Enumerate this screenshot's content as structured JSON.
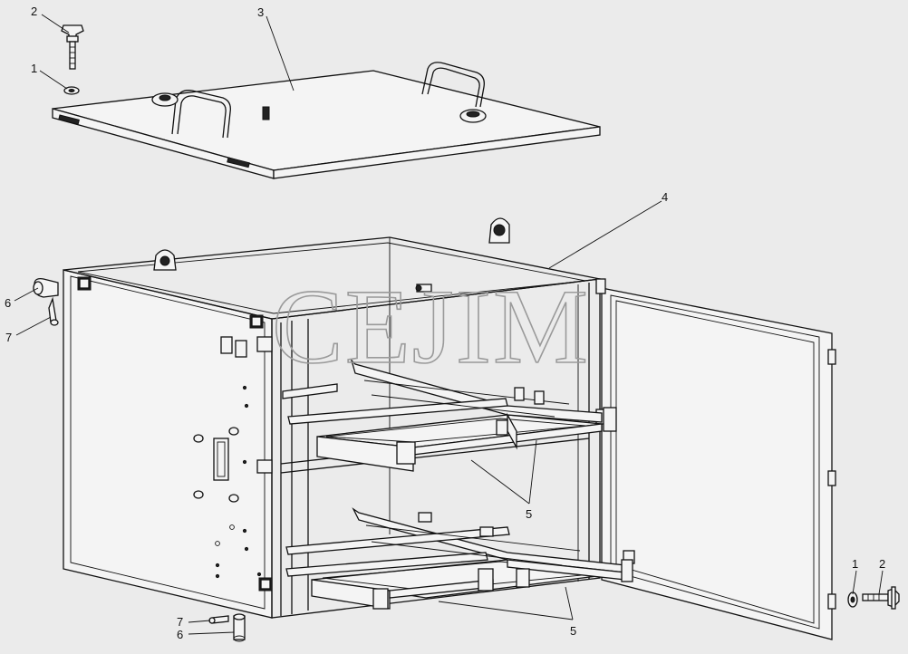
{
  "watermark": "CEJIM",
  "callouts": [
    {
      "id": "c2-top",
      "text": "2"
    },
    {
      "id": "c1-top",
      "text": "1"
    },
    {
      "id": "c3",
      "text": "3"
    },
    {
      "id": "c4",
      "text": "4"
    },
    {
      "id": "c6-left",
      "text": "6"
    },
    {
      "id": "c7-left",
      "text": "7"
    },
    {
      "id": "c5-upper",
      "text": "5"
    },
    {
      "id": "c5-lower",
      "text": "5"
    },
    {
      "id": "c7-bottom",
      "text": "7"
    },
    {
      "id": "c6-bottom",
      "text": "6"
    },
    {
      "id": "c1-right",
      "text": "1"
    },
    {
      "id": "c2-right",
      "text": "2"
    }
  ],
  "colors": {
    "background": "#ebebeb",
    "line": "#111111",
    "watermark": "#9a9a9a"
  }
}
